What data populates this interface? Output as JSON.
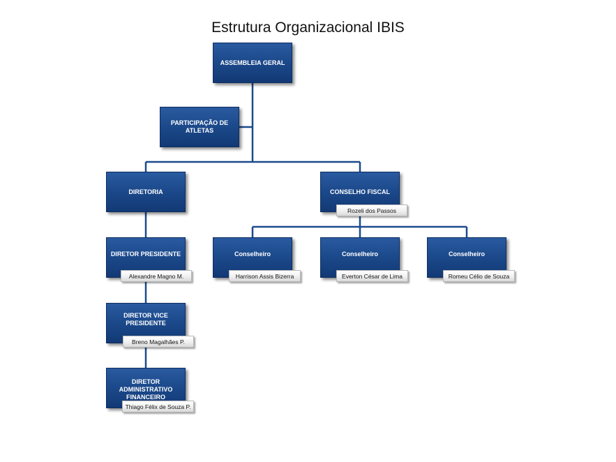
{
  "title": "Estrutura Organizacional IBIS",
  "colors": {
    "box": "#1c4a8c",
    "line": "#1c4a8c",
    "tag": "#eeeeee"
  },
  "nodes": {
    "assembleia": {
      "label": "ASSEMBLEIA GERAL"
    },
    "atletas": {
      "label": "PARTICIPAÇÃO DE ATLETAS"
    },
    "diretoria": {
      "label": "DIRETORIA"
    },
    "conselho_fiscal": {
      "label": "CONSELHO FISCAL",
      "person": "Rozeli dos Passos"
    },
    "diretor_presidente": {
      "label": "DIRETOR PRESIDENTE",
      "person": "Alexandre Magno M."
    },
    "diretor_vice": {
      "label": "DIRETOR VICE PRESIDENTE",
      "person": "Breno Magalhães P."
    },
    "diretor_adm": {
      "label": "DIRETOR ADMINISTRATIVO FINANCEIRO",
      "person": "Thiago Félix de Souza P."
    },
    "conselheiro_1": {
      "label": "Conselheiro",
      "person": "Harrison Assis Bizerra"
    },
    "conselheiro_2": {
      "label": "Conselheiro",
      "person": "Everton César de Lima"
    },
    "conselheiro_3": {
      "label": "Conselheiro",
      "person": "Romeu Célio de Souza"
    }
  }
}
